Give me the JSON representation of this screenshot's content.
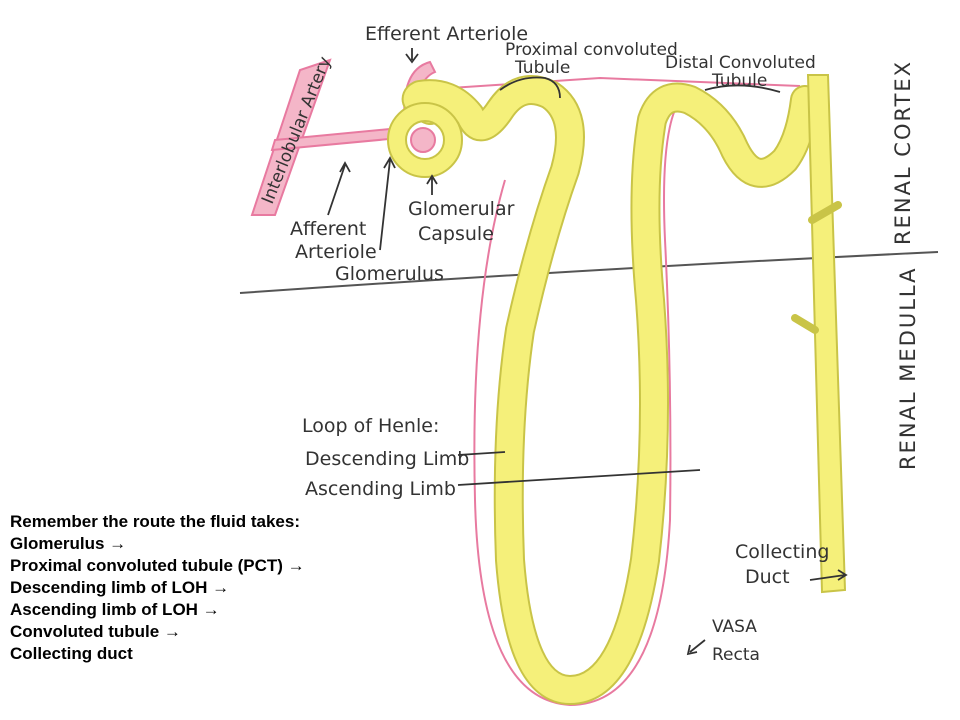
{
  "diagram": {
    "labels": {
      "efferent_arteriole": "Efferent Arteriole",
      "proximal_convoluted_tubule": [
        "Proximal convoluted",
        "Tubule"
      ],
      "distal_convoluted_tubule": [
        "Distal Convoluted",
        "Tubule"
      ],
      "interlobular_artery": "Interlobular Artery",
      "afferent_arteriole": [
        "Afferent",
        "Arteriole"
      ],
      "glomerular_capsule": [
        "Glomerular",
        "Capsule"
      ],
      "glomerulus": "Glomerulus",
      "renal_cortex": "RENAL CORTEX",
      "renal_medulla": "RENAL MEDULLA",
      "loop_of_henle": "Loop of Henle:",
      "descending_limb": "Descending Limb",
      "ascending_limb": "Ascending Limb",
      "collecting_duct": [
        "Collecting",
        "Duct"
      ],
      "vasa_recta": [
        "VASA",
        "Recta"
      ]
    },
    "colors": {
      "tubule_fill": "#f5f07a",
      "tubule_outline": "#c9c447",
      "vessel": "#e87aa0",
      "ink": "#333333"
    }
  },
  "route": {
    "heading": "Remember the route the fluid takes:",
    "steps": [
      "Glomerulus →",
      "Proximal convoluted tubule (PCT) →",
      "Descending limb of LOH →",
      "Ascending limb of LOH →",
      "Convoluted tubule →",
      "Collecting duct"
    ]
  }
}
